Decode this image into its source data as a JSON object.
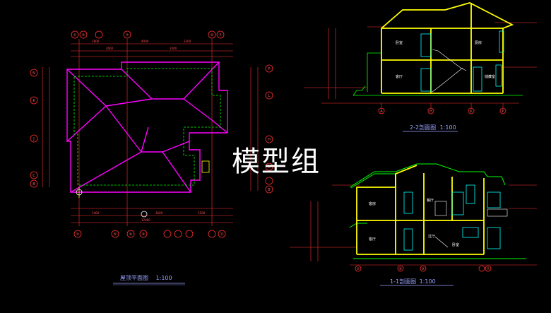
{
  "watermark": "模型组",
  "roof_plan": {
    "title": "屋顶平面图",
    "scale": "1:100",
    "top_axes": [
      "①",
      "③",
      "⑦",
      "⑩",
      "⑪"
    ],
    "bottom_axes": [
      "②",
      "⑤",
      "⑧",
      "⑨",
      "⑪"
    ],
    "left_axes": [
      "N",
      "K",
      "J",
      "C",
      "B"
    ],
    "right_axes": [
      "P",
      "L",
      "H",
      "D",
      "B"
    ]
  },
  "section_2_2": {
    "title": "2-2剖面图",
    "scale": "1:100",
    "axes": [
      "A",
      "H",
      "K",
      "P"
    ],
    "room_labels": [
      "卧室",
      "储藏室",
      "客厅",
      "厨房"
    ]
  },
  "section_1_1": {
    "title": "1-1剖面图",
    "scale": "1:100",
    "axes": [
      "②",
      "⑥",
      "⑨",
      "⑪"
    ],
    "room_labels": [
      "客房",
      "餐厅",
      "过厅",
      "客厅",
      "卧室"
    ]
  },
  "colors": {
    "background": "#000000",
    "wall": "#ffff00",
    "roof": "#ff00ff",
    "section_line": "#00ff00",
    "dimension": "#ff3030",
    "window": "#00ffff",
    "title": "#9aa3ff"
  }
}
